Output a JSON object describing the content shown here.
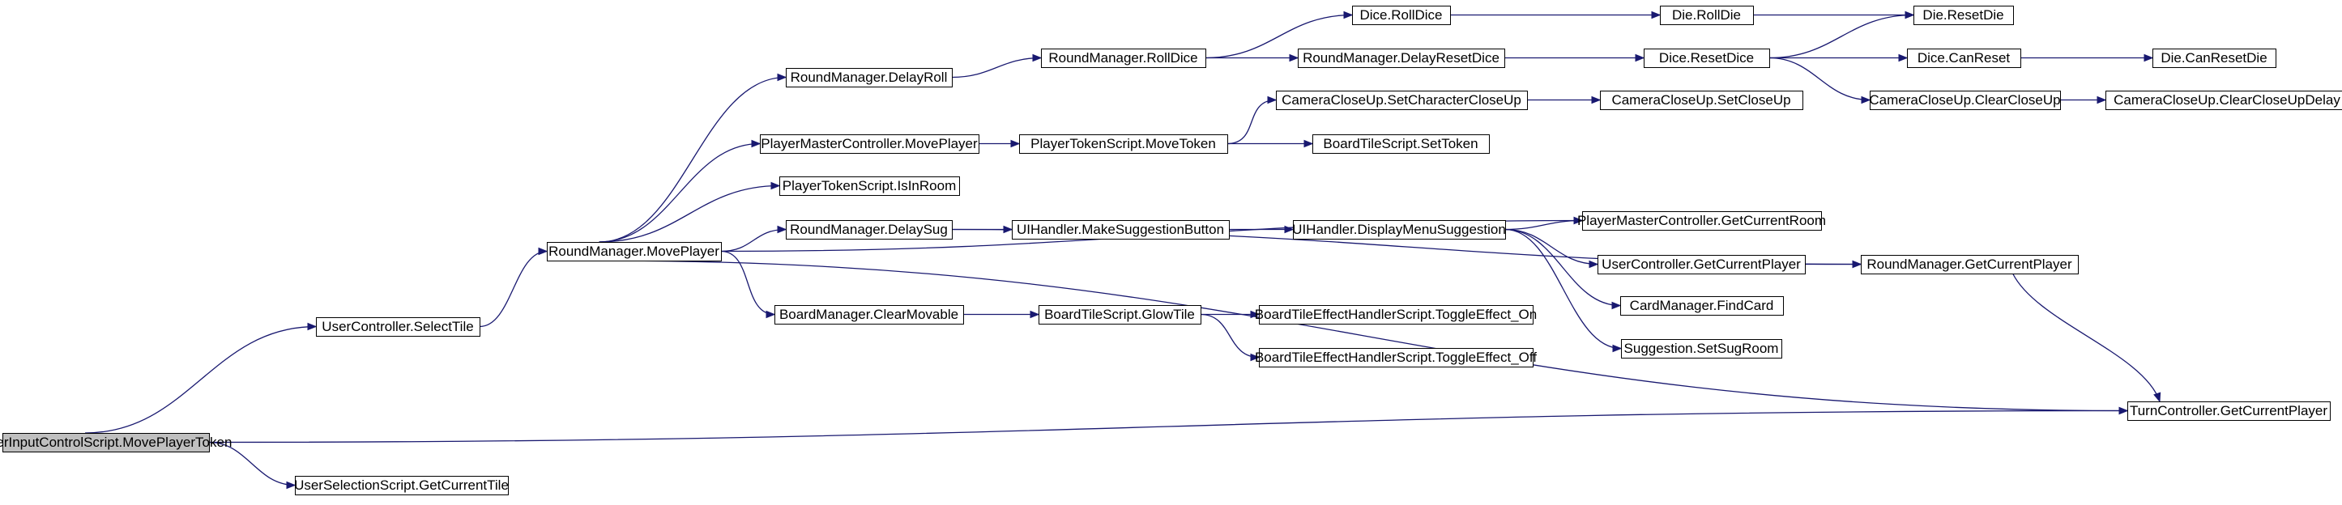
{
  "diagram": {
    "type": "call-graph",
    "colors": {
      "edge": "#191970",
      "node_border": "#000000",
      "root_fill": "#bfbfbf",
      "node_fill": "#ffffff"
    },
    "nodes": [
      {
        "id": "n0",
        "label": "UserInputControlScript.MovePlayerToken",
        "root": true
      },
      {
        "id": "n1",
        "label": "UserController.SelectTile"
      },
      {
        "id": "n2",
        "label": "UserSelectionScript.GetCurrentTile"
      },
      {
        "id": "n3",
        "label": "TurnController.GetCurrentPlayer"
      },
      {
        "id": "n4",
        "label": "RoundManager.MovePlayer"
      },
      {
        "id": "n5",
        "label": "RoundManager.DelayRoll"
      },
      {
        "id": "n6",
        "label": "PlayerMasterController.MovePlayer"
      },
      {
        "id": "n7",
        "label": "PlayerTokenScript.IsInRoom"
      },
      {
        "id": "n8",
        "label": "RoundManager.DelaySug"
      },
      {
        "id": "n9",
        "label": "BoardManager.ClearMovable"
      },
      {
        "id": "n10",
        "label": "RoundManager.RollDice"
      },
      {
        "id": "n11",
        "label": "PlayerTokenScript.MoveToken"
      },
      {
        "id": "n12",
        "label": "UIHandler.MakeSuggestionButton"
      },
      {
        "id": "n13",
        "label": "BoardTileScript.GlowTile"
      },
      {
        "id": "n14",
        "label": "Dice.RollDice"
      },
      {
        "id": "n15",
        "label": "RoundManager.DelayResetDice"
      },
      {
        "id": "n16",
        "label": "CameraCloseUp.SetCharacterCloseUp"
      },
      {
        "id": "n17",
        "label": "BoardTileScript.SetToken"
      },
      {
        "id": "n18",
        "label": "UIHandler.DisplayMenuSuggestion"
      },
      {
        "id": "n19",
        "label": "BoardTileEffectHandlerScript.ToggleEffect_On"
      },
      {
        "id": "n20",
        "label": "BoardTileEffectHandlerScript.ToggleEffect_Off"
      },
      {
        "id": "n21",
        "label": "Die.RollDie"
      },
      {
        "id": "n22",
        "label": "Dice.ResetDice"
      },
      {
        "id": "n23",
        "label": "CameraCloseUp.SetCloseUp"
      },
      {
        "id": "n24",
        "label": "PlayerMasterController.GetCurrentRoom"
      },
      {
        "id": "n25",
        "label": "UserController.GetCurrentPlayer"
      },
      {
        "id": "n26",
        "label": "CardManager.FindCard"
      },
      {
        "id": "n27",
        "label": "Suggestion.SetSugRoom"
      },
      {
        "id": "n28",
        "label": "Die.ResetDie"
      },
      {
        "id": "n29",
        "label": "Dice.CanReset"
      },
      {
        "id": "n30",
        "label": "CameraCloseUp.ClearCloseUp"
      },
      {
        "id": "n31",
        "label": "RoundManager.GetCurrentPlayer"
      },
      {
        "id": "n32",
        "label": "Die.CanResetDie"
      },
      {
        "id": "n33",
        "label": "CameraCloseUp.ClearCloseUpDelay"
      }
    ],
    "edges": [
      [
        "n0",
        "n1"
      ],
      [
        "n0",
        "n2"
      ],
      [
        "n0",
        "n3"
      ],
      [
        "n1",
        "n4"
      ],
      [
        "n4",
        "n5"
      ],
      [
        "n4",
        "n6"
      ],
      [
        "n4",
        "n7"
      ],
      [
        "n4",
        "n8"
      ],
      [
        "n4",
        "n24"
      ],
      [
        "n4",
        "n9"
      ],
      [
        "n4",
        "n3"
      ],
      [
        "n5",
        "n10"
      ],
      [
        "n10",
        "n14"
      ],
      [
        "n10",
        "n15"
      ],
      [
        "n14",
        "n21"
      ],
      [
        "n21",
        "n28"
      ],
      [
        "n15",
        "n22"
      ],
      [
        "n22",
        "n28"
      ],
      [
        "n22",
        "n29"
      ],
      [
        "n22",
        "n30"
      ],
      [
        "n29",
        "n32"
      ],
      [
        "n30",
        "n33"
      ],
      [
        "n6",
        "n11"
      ],
      [
        "n11",
        "n16"
      ],
      [
        "n11",
        "n17"
      ],
      [
        "n16",
        "n23"
      ],
      [
        "n8",
        "n12"
      ],
      [
        "n8",
        "n31"
      ],
      [
        "n12",
        "n18"
      ],
      [
        "n18",
        "n24"
      ],
      [
        "n18",
        "n25"
      ],
      [
        "n18",
        "n26"
      ],
      [
        "n18",
        "n27"
      ],
      [
        "n25",
        "n31"
      ],
      [
        "n31",
        "n3"
      ],
      [
        "n9",
        "n13"
      ],
      [
        "n13",
        "n19"
      ],
      [
        "n13",
        "n20"
      ]
    ]
  }
}
